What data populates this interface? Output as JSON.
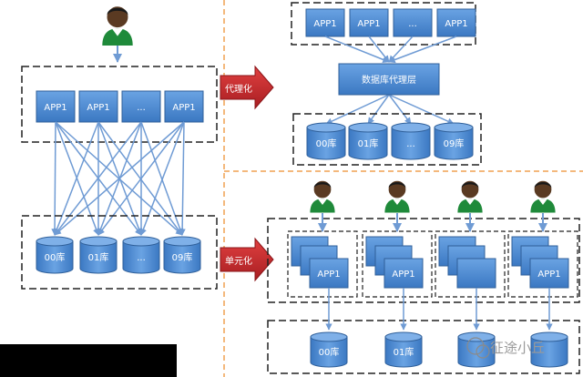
{
  "left": {
    "apps": [
      "APP1",
      "APP1",
      "...",
      "APP1"
    ],
    "dbs": [
      "00库",
      "01库",
      "...",
      "09库"
    ]
  },
  "arrows": {
    "proxy_label": "代理化",
    "unit_label": "单元化"
  },
  "proxy_mode": {
    "apps": [
      "APP1",
      "APP1",
      "...",
      "APP1"
    ],
    "proxy_layer": "数据库代理层",
    "dbs": [
      "00库",
      "01库",
      "...",
      "09库"
    ]
  },
  "unit_mode": {
    "units": [
      {
        "app": "APP1",
        "db": "00库"
      },
      {
        "app": "APP1",
        "db": "01库"
      },
      {
        "app": "",
        "db": ""
      },
      {
        "app": "APP1",
        "db": ""
      }
    ]
  },
  "watermark": {
    "text": "征途小丘"
  },
  "colors": {
    "box_fill": "#4a86cc",
    "box_stroke": "#2f5f99",
    "line": "#6f9bd4",
    "red_arrow": "#c0282d",
    "divider": "#f0a050",
    "user_skin": "#5a3a22",
    "user_shirt": "#1f8a3a"
  }
}
